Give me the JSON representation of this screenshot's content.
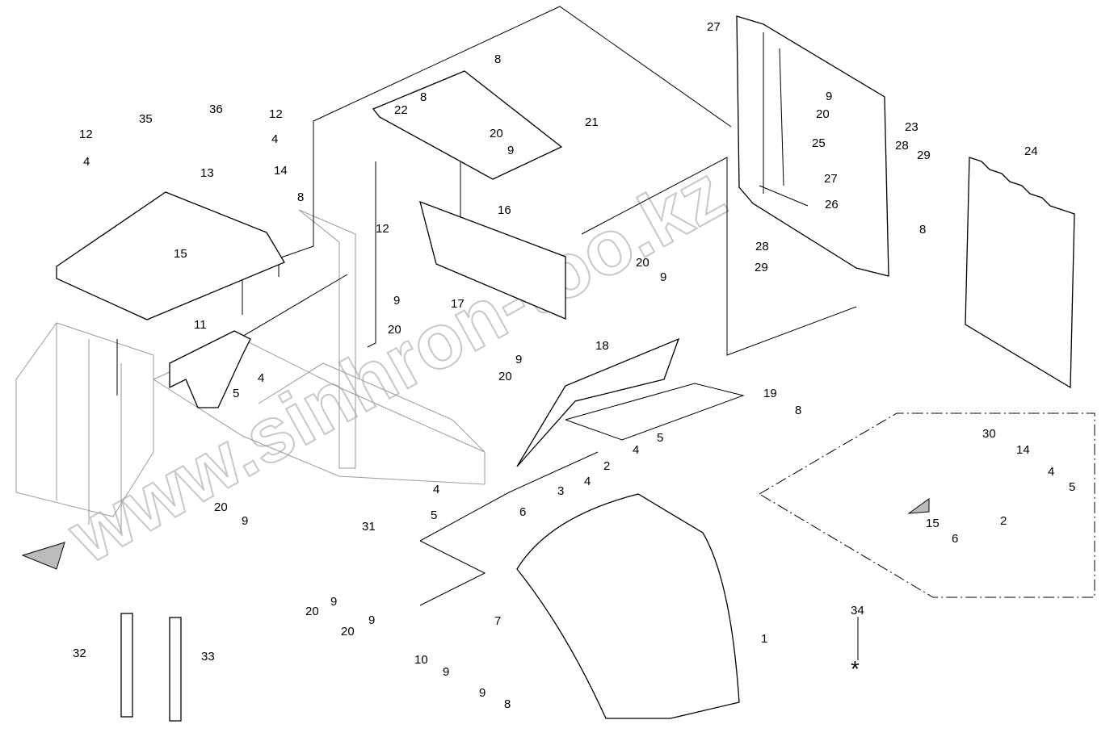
{
  "diagram": {
    "watermark": "www.sinhron-too.kz",
    "asterisk": "*",
    "callouts": [
      "27",
      "8",
      "9",
      "20",
      "23",
      "22",
      "8",
      "20",
      "9",
      "21",
      "35",
      "36",
      "12",
      "12",
      "4",
      "4",
      "14",
      "13",
      "8",
      "25",
      "28",
      "29",
      "24",
      "27",
      "26",
      "16",
      "8",
      "12",
      "15",
      "28",
      "29",
      "20",
      "9",
      "9",
      "17",
      "20",
      "11",
      "18",
      "9",
      "20",
      "4",
      "5",
      "19",
      "8",
      "30",
      "14",
      "5",
      "4",
      "2",
      "4",
      "3",
      "4",
      "4",
      "5",
      "2",
      "6",
      "5",
      "20",
      "9",
      "15",
      "6",
      "31",
      "20",
      "9",
      "9",
      "20",
      "34",
      "1",
      "7",
      "32",
      "33",
      "10",
      "9",
      "9",
      "8"
    ]
  }
}
